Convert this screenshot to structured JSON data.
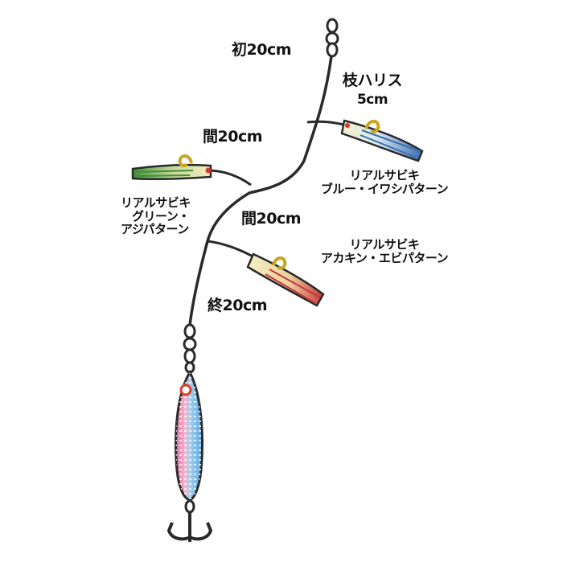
{
  "labels": {
    "top_segment": "初20cm",
    "branch_line_title": "枝ハリス",
    "branch_line_length": "5cm",
    "mid_segment_1": "間20cm",
    "mid_segment_2": "間20cm",
    "bottom_segment": "終20cm"
  },
  "lures": {
    "blue": {
      "line1": "リアルサビキ",
      "line2": "ブルー・イワシパターン"
    },
    "green": {
      "line1": "リアルサビキ",
      "line2": "グリーン・",
      "line3": "アジパターン"
    },
    "red": {
      "line1": "リアルサビキ",
      "line2": "アカキン・エビパターン"
    }
  },
  "colors": {
    "line": "#2a2a2a",
    "hook": "#c9a521",
    "lure_blue": "#3a6fb0",
    "lure_green": "#3f8f3a",
    "lure_red": "#c8363a",
    "jig_pink": "#e56aa0",
    "jig_blue": "#5aa6e0"
  }
}
